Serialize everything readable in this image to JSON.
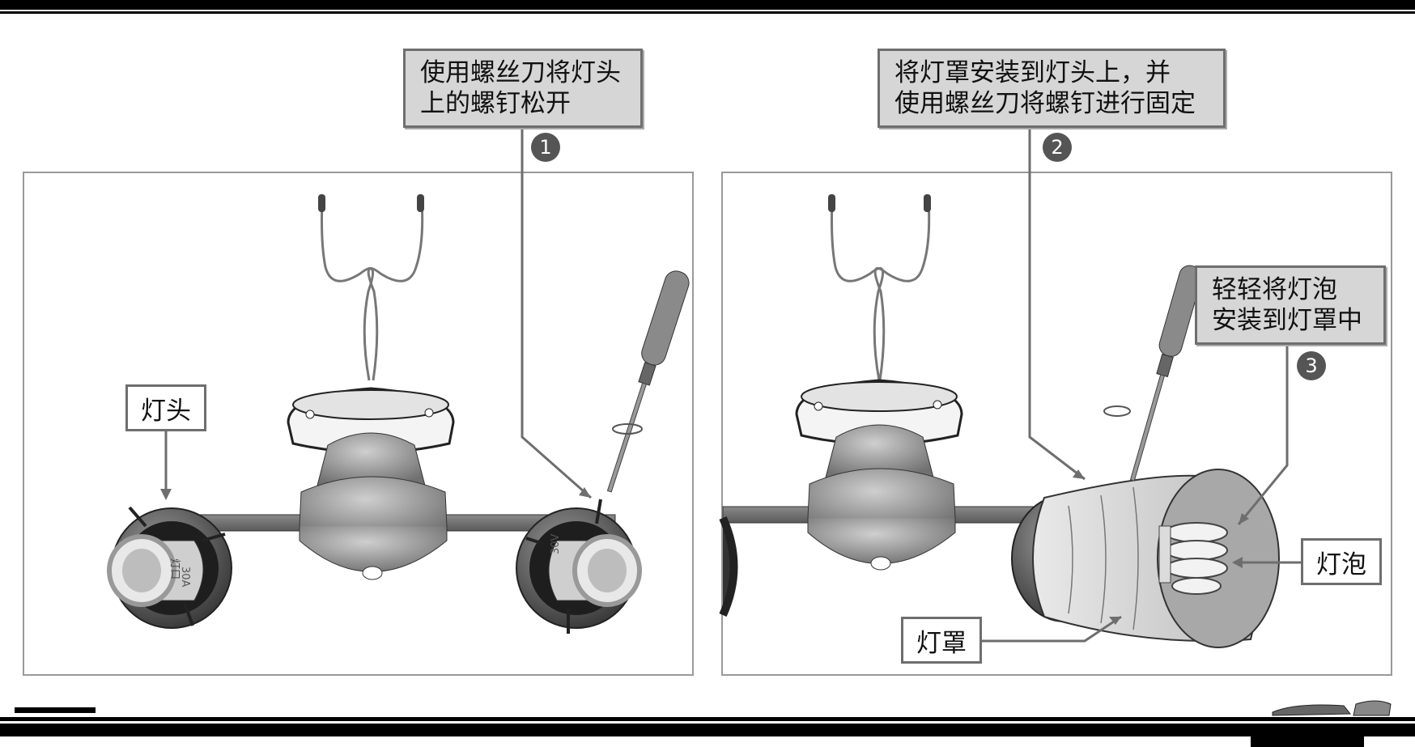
{
  "callouts": {
    "step1": {
      "number": "1",
      "line1": "使用螺丝刀将灯头",
      "line2": "上的螺钉松开"
    },
    "step2": {
      "number": "2",
      "line1": "将灯罩安装到灯头上，并",
      "line2": "使用螺丝刀将螺钉进行固定"
    },
    "step3": {
      "number": "3",
      "line1": "轻轻将灯泡",
      "line2": "安装到灯罩中"
    }
  },
  "labels": {
    "lamp_holder": "灯头",
    "bulb": "灯泡",
    "lampshade": "灯罩"
  },
  "holder_markings": {
    "line1": "灯口",
    "line2": "30V",
    "line3": "30A"
  },
  "colors": {
    "callout_bg": "#d6d6d6",
    "callout_border": "#6e6e6e",
    "step_circle": "#555555"
  }
}
